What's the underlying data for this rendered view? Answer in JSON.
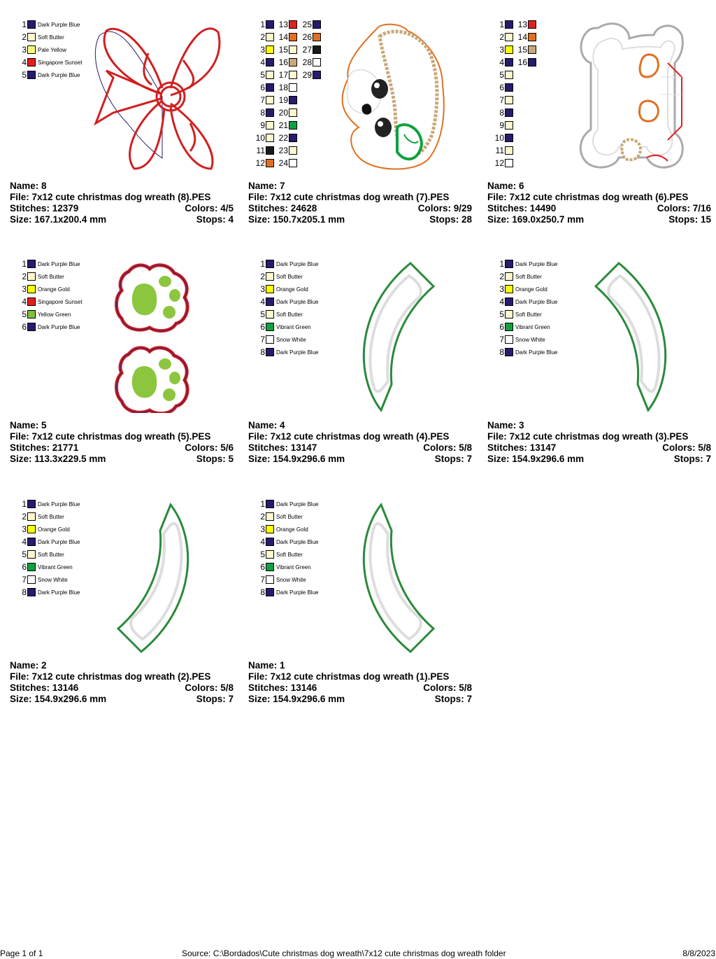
{
  "designs": [
    {
      "name_line": "Name: 8",
      "file_line": "File: 7x12 cute christmas dog wreath (8).PES",
      "stitches_line": "Stitches: 12379",
      "colors_line": "Colors: 4/5",
      "size_line": "Size: 167.1x200.4 mm",
      "stops_line": "Stops: 4",
      "legend": [
        {
          "n": "1",
          "color": "#2a1a6e",
          "name": "Dark Purple Blue"
        },
        {
          "n": "2",
          "color": "#fff8d0",
          "name": "Soft Butter"
        },
        {
          "n": "3",
          "color": "#ffff80",
          "name": "Pale Yellow"
        },
        {
          "n": "4",
          "color": "#e02020",
          "name": "Singapore Sunset"
        },
        {
          "n": "5",
          "color": "#2a1a6e",
          "name": "Dark Purple Blue"
        }
      ]
    },
    {
      "name_line": "Name: 7",
      "file_line": "File: 7x12 cute christmas dog wreath (7).PES",
      "stitches_line": "Stitches: 24628",
      "colors_line": "Colors: 9/29",
      "size_line": "Size: 150.7x205.1 mm",
      "stops_line": "Stops: 28",
      "legend": [
        {
          "n": "1",
          "color": "#2a1a6e"
        },
        {
          "n": "2",
          "color": "#fff8d0"
        },
        {
          "n": "3",
          "color": "#ffff00"
        },
        {
          "n": "4",
          "color": "#2a1a6e"
        },
        {
          "n": "5",
          "color": "#fff8d0"
        },
        {
          "n": "6",
          "color": "#2a1a6e"
        },
        {
          "n": "7",
          "color": "#fff8d0"
        },
        {
          "n": "8",
          "color": "#2a1a6e"
        },
        {
          "n": "9",
          "color": "#fff8d0"
        },
        {
          "n": "10",
          "color": "#fff8d0"
        },
        {
          "n": "11",
          "color": "#1a1a1a"
        },
        {
          "n": "12",
          "color": "#e07020"
        },
        {
          "n": "13",
          "color": "#e02020"
        },
        {
          "n": "14",
          "color": "#e07020"
        },
        {
          "n": "15",
          "color": "#fff8d0"
        },
        {
          "n": "16",
          "color": "#c8a878"
        },
        {
          "n": "17",
          "color": "#fff8d0"
        },
        {
          "n": "18",
          "color": "#ffffff"
        },
        {
          "n": "19",
          "color": "#2a1a6e"
        },
        {
          "n": "20",
          "color": "#fff8d0"
        },
        {
          "n": "21",
          "color": "#10a040"
        },
        {
          "n": "22",
          "color": "#2a1a6e"
        },
        {
          "n": "23",
          "color": "#fff8d0"
        },
        {
          "n": "24",
          "color": "#ffffff"
        },
        {
          "n": "25",
          "color": "#2a1a6e"
        },
        {
          "n": "26",
          "color": "#e07020"
        },
        {
          "n": "27",
          "color": "#1a1a1a"
        },
        {
          "n": "28",
          "color": "#ffffff"
        },
        {
          "n": "29",
          "color": "#2a1a6e"
        }
      ]
    },
    {
      "name_line": "Name: 6",
      "file_line": "File: 7x12 cute christmas dog wreath (6).PES",
      "stitches_line": "Stitches: 14490",
      "colors_line": "Colors: 7/16",
      "size_line": "Size: 169.0x250.7 mm",
      "stops_line": "Stops: 15",
      "legend": [
        {
          "n": "1",
          "color": "#2a1a6e"
        },
        {
          "n": "2",
          "color": "#fff8d0"
        },
        {
          "n": "3",
          "color": "#ffff00"
        },
        {
          "n": "4",
          "color": "#2a1a6e"
        },
        {
          "n": "5",
          "color": "#fff8d0"
        },
        {
          "n": "6",
          "color": "#2a1a6e"
        },
        {
          "n": "7",
          "color": "#fff8d0"
        },
        {
          "n": "8",
          "color": "#2a1a6e"
        },
        {
          "n": "9",
          "color": "#fff8d0"
        },
        {
          "n": "10",
          "color": "#2a1a6e"
        },
        {
          "n": "11",
          "color": "#fff8d0"
        },
        {
          "n": "12",
          "color": "#ffffff"
        },
        {
          "n": "13",
          "color": "#e02020"
        },
        {
          "n": "14",
          "color": "#e07020"
        },
        {
          "n": "15",
          "color": "#c8a878"
        },
        {
          "n": "16",
          "color": "#2a1a6e"
        }
      ]
    },
    {
      "name_line": "Name: 5",
      "file_line": "File: 7x12 cute christmas dog wreath (5).PES",
      "stitches_line": "Stitches: 21771",
      "colors_line": "Colors: 5/6",
      "size_line": "Size: 113.3x229.5 mm",
      "stops_line": "Stops: 5",
      "legend": [
        {
          "n": "1",
          "color": "#2a1a6e",
          "name": "Dark Purple Blue"
        },
        {
          "n": "2",
          "color": "#fff8d0",
          "name": "Soft Butter"
        },
        {
          "n": "3",
          "color": "#ffff00",
          "name": "Orange Gold"
        },
        {
          "n": "4",
          "color": "#e02020",
          "name": "Singapore Sunset"
        },
        {
          "n": "5",
          "color": "#80c040",
          "name": "Yellow Green"
        },
        {
          "n": "6",
          "color": "#2a1a6e",
          "name": "Dark Purple Blue"
        }
      ]
    },
    {
      "name_line": "Name: 4",
      "file_line": "File: 7x12 cute christmas dog wreath (4).PES",
      "stitches_line": "Stitches: 13147",
      "colors_line": "Colors: 5/8",
      "size_line": "Size: 154.9x296.6 mm",
      "stops_line": "Stops: 7",
      "legend": [
        {
          "n": "1",
          "color": "#2a1a6e",
          "name": "Dark Purple Blue"
        },
        {
          "n": "2",
          "color": "#fff8d0",
          "name": "Soft Butter"
        },
        {
          "n": "3",
          "color": "#ffff00",
          "name": "Orange Gold"
        },
        {
          "n": "4",
          "color": "#2a1a6e",
          "name": "Dark Purple Blue"
        },
        {
          "n": "5",
          "color": "#fff8d0",
          "name": "Soft Butter"
        },
        {
          "n": "6",
          "color": "#10a040",
          "name": "Vibrant Green"
        },
        {
          "n": "7",
          "color": "#ffffff",
          "name": "Snow White"
        },
        {
          "n": "8",
          "color": "#2a1a6e",
          "name": "Dark Purple Blue"
        }
      ]
    },
    {
      "name_line": "Name: 3",
      "file_line": "File: 7x12 cute christmas dog wreath (3).PES",
      "stitches_line": "Stitches: 13147",
      "colors_line": "Colors: 5/8",
      "size_line": "Size: 154.9x296.6 mm",
      "stops_line": "Stops: 7",
      "legend": [
        {
          "n": "1",
          "color": "#2a1a6e",
          "name": "Dark Purple Blue"
        },
        {
          "n": "2",
          "color": "#fff8d0",
          "name": "Soft Butter"
        },
        {
          "n": "3",
          "color": "#ffff00",
          "name": "Orange Gold"
        },
        {
          "n": "4",
          "color": "#2a1a6e",
          "name": "Dark Purple Blue"
        },
        {
          "n": "5",
          "color": "#fff8d0",
          "name": "Soft Butter"
        },
        {
          "n": "6",
          "color": "#10a040",
          "name": "Vibrant Green"
        },
        {
          "n": "7",
          "color": "#ffffff",
          "name": "Snow White"
        },
        {
          "n": "8",
          "color": "#2a1a6e",
          "name": "Dark Purple Blue"
        }
      ]
    },
    {
      "name_line": "Name: 2",
      "file_line": "File: 7x12 cute christmas dog wreath (2).PES",
      "stitches_line": "Stitches: 13146",
      "colors_line": "Colors: 5/8",
      "size_line": "Size: 154.9x296.6 mm",
      "stops_line": "Stops: 7",
      "legend": [
        {
          "n": "1",
          "color": "#2a1a6e",
          "name": "Dark Purple Blue"
        },
        {
          "n": "2",
          "color": "#fff8d0",
          "name": "Soft Butter"
        },
        {
          "n": "3",
          "color": "#ffff00",
          "name": "Orange Gold"
        },
        {
          "n": "4",
          "color": "#2a1a6e",
          "name": "Dark Purple Blue"
        },
        {
          "n": "5",
          "color": "#fff8d0",
          "name": "Soft Butter"
        },
        {
          "n": "6",
          "color": "#10a040",
          "name": "Vibrant Green"
        },
        {
          "n": "7",
          "color": "#ffffff",
          "name": "Snow White"
        },
        {
          "n": "8",
          "color": "#2a1a6e",
          "name": "Dark Purple Blue"
        }
      ]
    },
    {
      "name_line": "Name: 1",
      "file_line": "File: 7x12 cute christmas dog wreath (1).PES",
      "stitches_line": "Stitches: 13146",
      "colors_line": "Colors: 5/8",
      "size_line": "Size: 154.9x296.6 mm",
      "stops_line": "Stops: 7",
      "legend": [
        {
          "n": "1",
          "color": "#2a1a6e",
          "name": "Dark Purple Blue"
        },
        {
          "n": "2",
          "color": "#fff8d0",
          "name": "Soft Butter"
        },
        {
          "n": "3",
          "color": "#ffff00",
          "name": "Orange Gold"
        },
        {
          "n": "4",
          "color": "#2a1a6e",
          "name": "Dark Purple Blue"
        },
        {
          "n": "5",
          "color": "#fff8d0",
          "name": "Soft Butter"
        },
        {
          "n": "6",
          "color": "#10a040",
          "name": "Vibrant Green"
        },
        {
          "n": "7",
          "color": "#ffffff",
          "name": "Snow White"
        },
        {
          "n": "8",
          "color": "#2a1a6e",
          "name": "Dark Purple Blue"
        }
      ]
    }
  ],
  "footer": {
    "page": "Page 1 of 1",
    "source": "Source: C:\\Bordados\\Cute christmas dog wreath\\7x12 cute christmas dog wreath folder",
    "date": "8/8/2023"
  }
}
